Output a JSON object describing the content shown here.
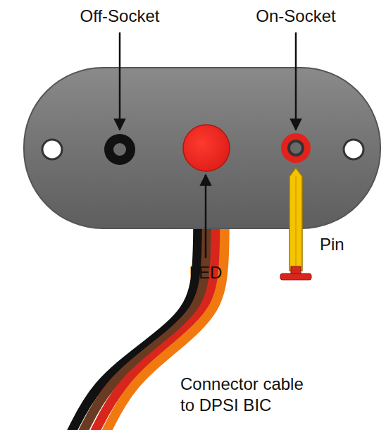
{
  "diagram": {
    "labels": [
      "Off-Socket",
      "On-Socket",
      "LED",
      "Pin",
      "Connector cable to DPSI BIC"
    ]
  }
}
